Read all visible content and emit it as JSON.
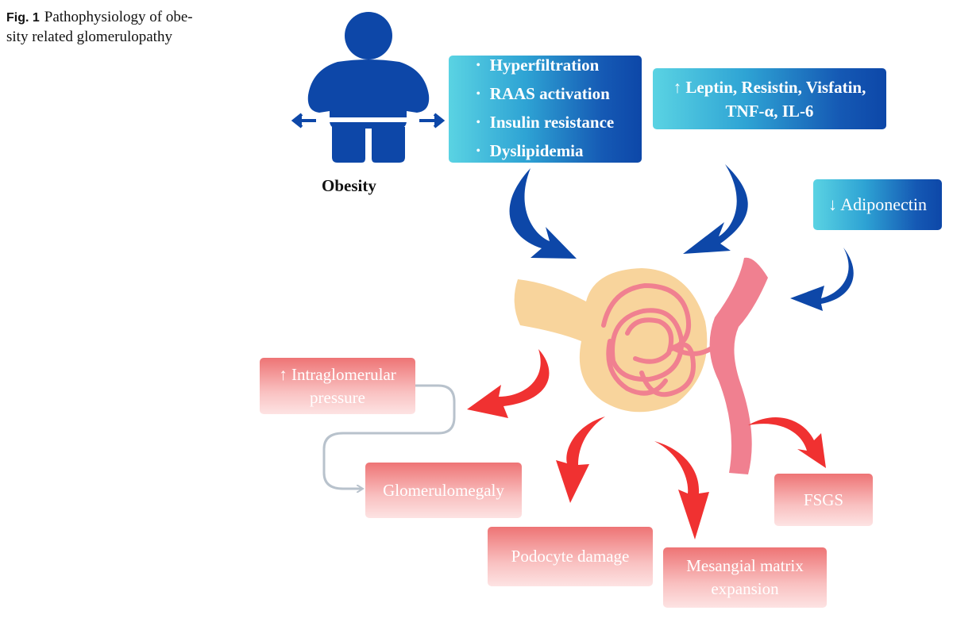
{
  "caption": {
    "fig_label": "Fig. 1",
    "title_line1": "Pathophysiology of obe-",
    "title_line2": "sity related glomerulopathy"
  },
  "obesity": {
    "label": "Obesity"
  },
  "box_metabolic": {
    "items": [
      "Hyperfiltration",
      "RAAS activation",
      "Insulin resistance",
      "Dyslipidemia"
    ]
  },
  "box_cytokines": {
    "line1": "↑ Leptin, Resistin, Visfatin,",
    "line2": "TNF-α, IL-6"
  },
  "box_adiponectin": {
    "text": "↓ Adiponectin"
  },
  "outcomes": {
    "intraglomerular_line1": "↑ Intraglomerular",
    "intraglomerular_line2": "pressure",
    "glomerulomegaly": "Glomerulomegaly",
    "podocyte": "Podocyte damage",
    "mesangial_line1": "Mesangial matrix",
    "mesangial_line2": "expansion",
    "fsgs": "FSGS"
  },
  "colors": {
    "blue_arrow": "#0d47a8",
    "red_arrow": "#f03131",
    "obesity_figure": "#0d47a8",
    "capsule": "#f8d49c",
    "capillary": "#f08090",
    "connector": "#b8c2cc"
  }
}
